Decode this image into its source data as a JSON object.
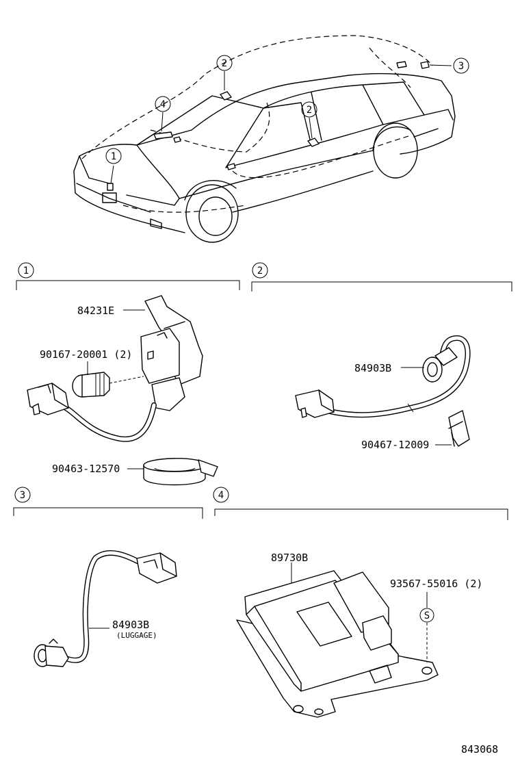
{
  "diagram_id": "843068",
  "car_callouts": [
    {
      "num": "1"
    },
    {
      "num": "2"
    },
    {
      "num": "2"
    },
    {
      "num": "3"
    },
    {
      "num": "4"
    }
  ],
  "sections": [
    {
      "num": "1",
      "parts": [
        "84231E",
        "90167-20001 (2)",
        "90463-12570"
      ]
    },
    {
      "num": "2",
      "parts": [
        "84903B",
        "90467-12009"
      ]
    },
    {
      "num": "3",
      "parts": [
        "84903B",
        "(LUGGAGE)"
      ]
    },
    {
      "num": "4",
      "parts": [
        "89730B",
        "93567-55016 (2)"
      ]
    }
  ],
  "screw_symbol": "S"
}
